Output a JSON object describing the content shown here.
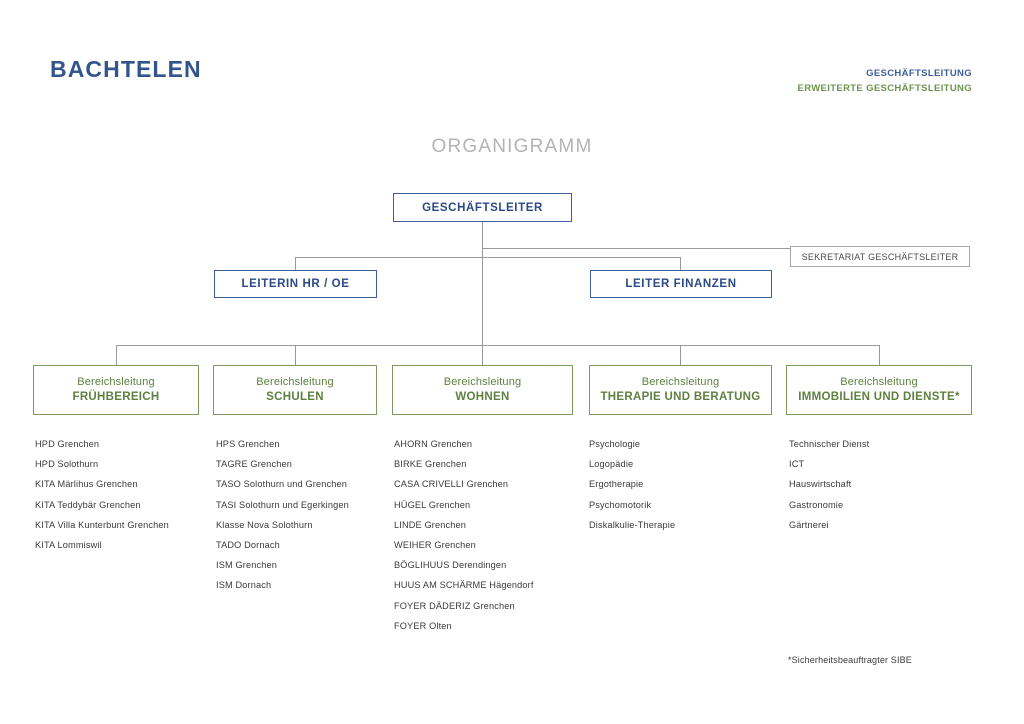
{
  "header": {
    "brand": "BACHTELEN",
    "legend": {
      "line1": "GESCHÄFTSLEITUNG",
      "line2": "ERWEITERTE GESCHÄFTSLEITUNG",
      "color1": "#3f5e9c",
      "color2": "#6f9450"
    }
  },
  "title": "ORGANIGRAMM",
  "colors": {
    "blue": "#3f5e9c",
    "green": "#7a9b5b",
    "green_text": "#5e8040",
    "line": "#9a9a9a",
    "title_gray": "#b4b4b4"
  },
  "chart_data": {
    "type": "diagram",
    "title": "ORGANIGRAMM",
    "nodes": [
      {
        "id": "gf",
        "label": "GESCHÄFTSLEITER",
        "level": 0,
        "style": "blue"
      },
      {
        "id": "sek",
        "label": "SEKRETARIAT GESCHÄFTSLEITER",
        "level": 1,
        "style": "gray"
      },
      {
        "id": "hr",
        "label": "LEITERIN HR / OE",
        "level": 1,
        "style": "blue"
      },
      {
        "id": "fin",
        "label": "LEITER FINANZEN",
        "level": 1,
        "style": "blue"
      },
      {
        "id": "fr",
        "label": "Bereichsleitung FRÜHBEREICH",
        "level": 2,
        "style": "green"
      },
      {
        "id": "sc",
        "label": "Bereichsleitung SCHULEN",
        "level": 2,
        "style": "green"
      },
      {
        "id": "wo",
        "label": "Bereichsleitung WOHNEN",
        "level": 2,
        "style": "green"
      },
      {
        "id": "th",
        "label": "Bereichsleitung THERAPIE UND BERATUNG",
        "level": 2,
        "style": "green"
      },
      {
        "id": "im",
        "label": "Bereichsleitung IMMOBILIEN UND DIENSTE*",
        "level": 2,
        "style": "green"
      }
    ],
    "edges": [
      {
        "from": "gf",
        "to": "sek"
      },
      {
        "from": "gf",
        "to": "hr"
      },
      {
        "from": "gf",
        "to": "fin"
      },
      {
        "from": "gf",
        "to": "fr"
      },
      {
        "from": "gf",
        "to": "sc"
      },
      {
        "from": "gf",
        "to": "wo"
      },
      {
        "from": "gf",
        "to": "th"
      },
      {
        "from": "gf",
        "to": "im"
      }
    ]
  },
  "top": {
    "ceo": "GESCHÄFTSLEITER",
    "secretariat": "SEKRETARIAT GESCHÄFTSLEITER",
    "hr": "LEITERIN HR / OE",
    "finance": "LEITER FINANZEN"
  },
  "divisions": [
    {
      "prefix": "Bereichsleitung",
      "name": "FRÜHBEREICH",
      "items": [
        "HPD Grenchen",
        "HPD Solothurn",
        "KITA Märlihus Grenchen",
        "KITA Teddybär Grenchen",
        "KITA Villa Kunterbunt Grenchen",
        "KITA Lommiswil"
      ]
    },
    {
      "prefix": "Bereichsleitung",
      "name": "SCHULEN",
      "items": [
        "HPS Grenchen",
        "TAGRE Grenchen",
        "TASO Solothurn und Grenchen",
        "TASI Solothurn und Egerkingen",
        "Klasse Nova Solothurn",
        "TADO Dornach",
        "ISM Grenchen",
        "ISM Dornach"
      ]
    },
    {
      "prefix": "Bereichsleitung",
      "name": "WOHNEN",
      "items": [
        "AHORN Grenchen",
        "BIRKE Grenchen",
        "CASA CRIVELLI Grenchen",
        "HÜGEL Grenchen",
        "LINDE Grenchen",
        "WEIHER Grenchen",
        "BÖGLIHUUS Derendingen",
        "HUUS AM SCHÄRME Hägendorf",
        "FOYER DÄDERIZ Grenchen",
        "FOYER Olten"
      ]
    },
    {
      "prefix": "Bereichsleitung",
      "name": "THERAPIE UND BERATUNG",
      "items": [
        "Psychologie",
        "Logopädie",
        "Ergotherapie",
        "Psychomotorik",
        "Diskalkulie-Therapie"
      ]
    },
    {
      "prefix": "Bereichsleitung",
      "name": "IMMOBILIEN UND DIENSTE*",
      "items": [
        "Technischer Dienst",
        "ICT",
        "Hauswirtschaft",
        "Gastronomie",
        "Gärtnerei"
      ]
    }
  ],
  "footnote": "*Sicherheitsbeauftragter SIBE"
}
